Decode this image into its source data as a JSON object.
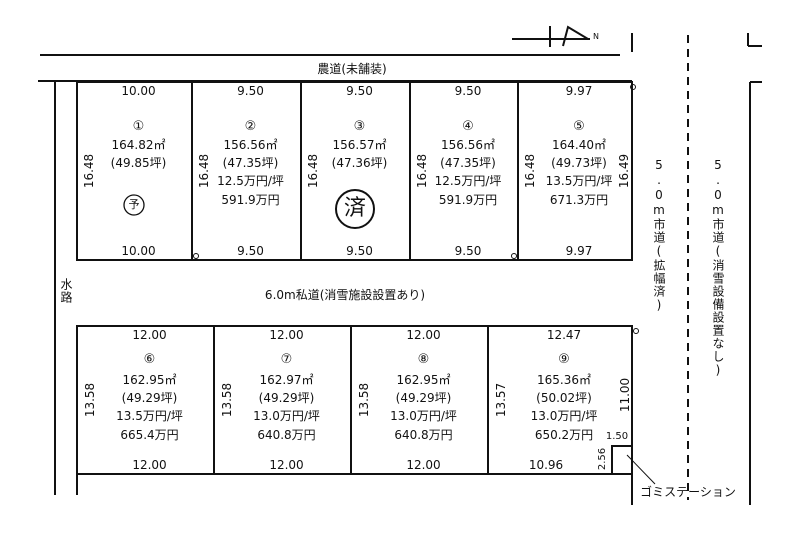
{
  "roads": {
    "north": "農道(未舗装)",
    "private": "6.0m私道(消雪施設設置あり)",
    "water": "水路",
    "east_city": "5.0m市道(拡幅済)",
    "far_east_city": "5.0m市道(消雪設備設置なし)"
  },
  "compass_label": "N",
  "garbage_label": "ゴミステーション",
  "garbage_dims": {
    "w": "1.50",
    "h": "2.56"
  },
  "mark_reserved": "予",
  "mark_sold": "済",
  "lots_top": [
    {
      "no": "①",
      "top": "10.00",
      "bottom": "10.00",
      "side": "16.48",
      "area": "164.82㎡",
      "tsubo": "(49.85坪)",
      "price_unit": "",
      "price_total": ""
    },
    {
      "no": "②",
      "top": "9.50",
      "bottom": "9.50",
      "side": "16.48",
      "area": "156.56㎡",
      "tsubo": "(47.35坪)",
      "price_unit": "12.5万円/坪",
      "price_total": "591.9万円"
    },
    {
      "no": "③",
      "top": "9.50",
      "bottom": "9.50",
      "side": "16.48",
      "area": "156.57㎡",
      "tsubo": "(47.36坪)",
      "price_unit": "",
      "price_total": ""
    },
    {
      "no": "④",
      "top": "9.50",
      "bottom": "9.50",
      "side": "16.48",
      "area": "156.56㎡",
      "tsubo": "(47.35坪)",
      "price_unit": "12.5万円/坪",
      "price_total": "591.9万円"
    },
    {
      "no": "⑤",
      "top": "9.97",
      "bottom": "9.97",
      "side": "16.48",
      "side_right": "16.49",
      "area": "164.40㎡",
      "tsubo": "(49.73坪)",
      "price_unit": "13.5万円/坪",
      "price_total": "671.3万円"
    }
  ],
  "lots_bottom": [
    {
      "no": "⑥",
      "top": "12.00",
      "bottom": "12.00",
      "side": "13.58",
      "area": "162.95㎡",
      "tsubo": "(49.29坪)",
      "price_unit": "13.5万円/坪",
      "price_total": "665.4万円"
    },
    {
      "no": "⑦",
      "top": "12.00",
      "bottom": "12.00",
      "side": "13.58",
      "area": "162.97㎡",
      "tsubo": "(49.29坪)",
      "price_unit": "13.0万円/坪",
      "price_total": "640.8万円"
    },
    {
      "no": "⑧",
      "top": "12.00",
      "bottom": "12.00",
      "side": "13.58",
      "area": "162.95㎡",
      "tsubo": "(49.29坪)",
      "price_unit": "13.0万円/坪",
      "price_total": "640.8万円"
    },
    {
      "no": "⑨",
      "top": "12.47",
      "bottom": "10.96",
      "side": "13.57",
      "side_right": "11.00",
      "area": "165.36㎡",
      "tsubo": "(50.02坪)",
      "price_unit": "13.0万円/坪",
      "price_total": "650.2万円"
    }
  ]
}
